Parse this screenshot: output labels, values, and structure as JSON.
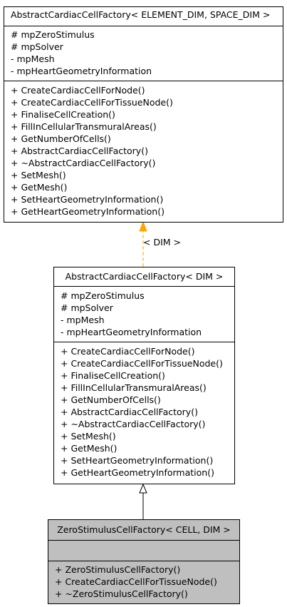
{
  "classes": {
    "grandparent": {
      "title": "AbstractCardiacCellFactory< ELEMENT_DIM, SPACE_DIM >",
      "attributes": [
        "# mpZeroStimulus",
        "# mpSolver",
        "- mpMesh",
        "- mpHeartGeometryInformation"
      ],
      "methods": [
        "+ CreateCardiacCellForNode()",
        "+ CreateCardiacCellForTissueNode()",
        "+ FinaliseCellCreation()",
        "+ FillInCellularTransmuralAreas()",
        "+ GetNumberOfCells()",
        "+ AbstractCardiacCellFactory()",
        "+ ~AbstractCardiacCellFactory()",
        "+ SetMesh()",
        "+ GetMesh()",
        "+ SetHeartGeometryInformation()",
        "+ GetHeartGeometryInformation()"
      ]
    },
    "parent": {
      "title": "AbstractCardiacCellFactory< DIM >",
      "attributes": [
        "# mpZeroStimulus",
        "# mpSolver",
        "- mpMesh",
        "- mpHeartGeometryInformation"
      ],
      "methods": [
        "+ CreateCardiacCellForNode()",
        "+ CreateCardiacCellForTissueNode()",
        "+ FinaliseCellCreation()",
        "+ FillInCellularTransmuralAreas()",
        "+ GetNumberOfCells()",
        "+ AbstractCardiacCellFactory()",
        "+ ~AbstractCardiacCellFactory()",
        "+ SetMesh()",
        "+ GetMesh()",
        "+ SetHeartGeometryInformation()",
        "+ GetHeartGeometryInformation()"
      ]
    },
    "child": {
      "title": "ZeroStimulusCellFactory< CELL, DIM >",
      "attributes": [],
      "methods": [
        "+ ZeroStimulusCellFactory()",
        "+ CreateCardiacCellForTissueNode()",
        "+ ~ZeroStimulusCellFactory()"
      ]
    }
  },
  "edges": {
    "template_instantiation_label": "< DIM >",
    "template_edge_color": "#ffa500",
    "inheritance_edge_color": "#000000"
  },
  "colors": {
    "highlight_fill": "#bfbfbf",
    "border": "#000000",
    "background": "#ffffff"
  }
}
